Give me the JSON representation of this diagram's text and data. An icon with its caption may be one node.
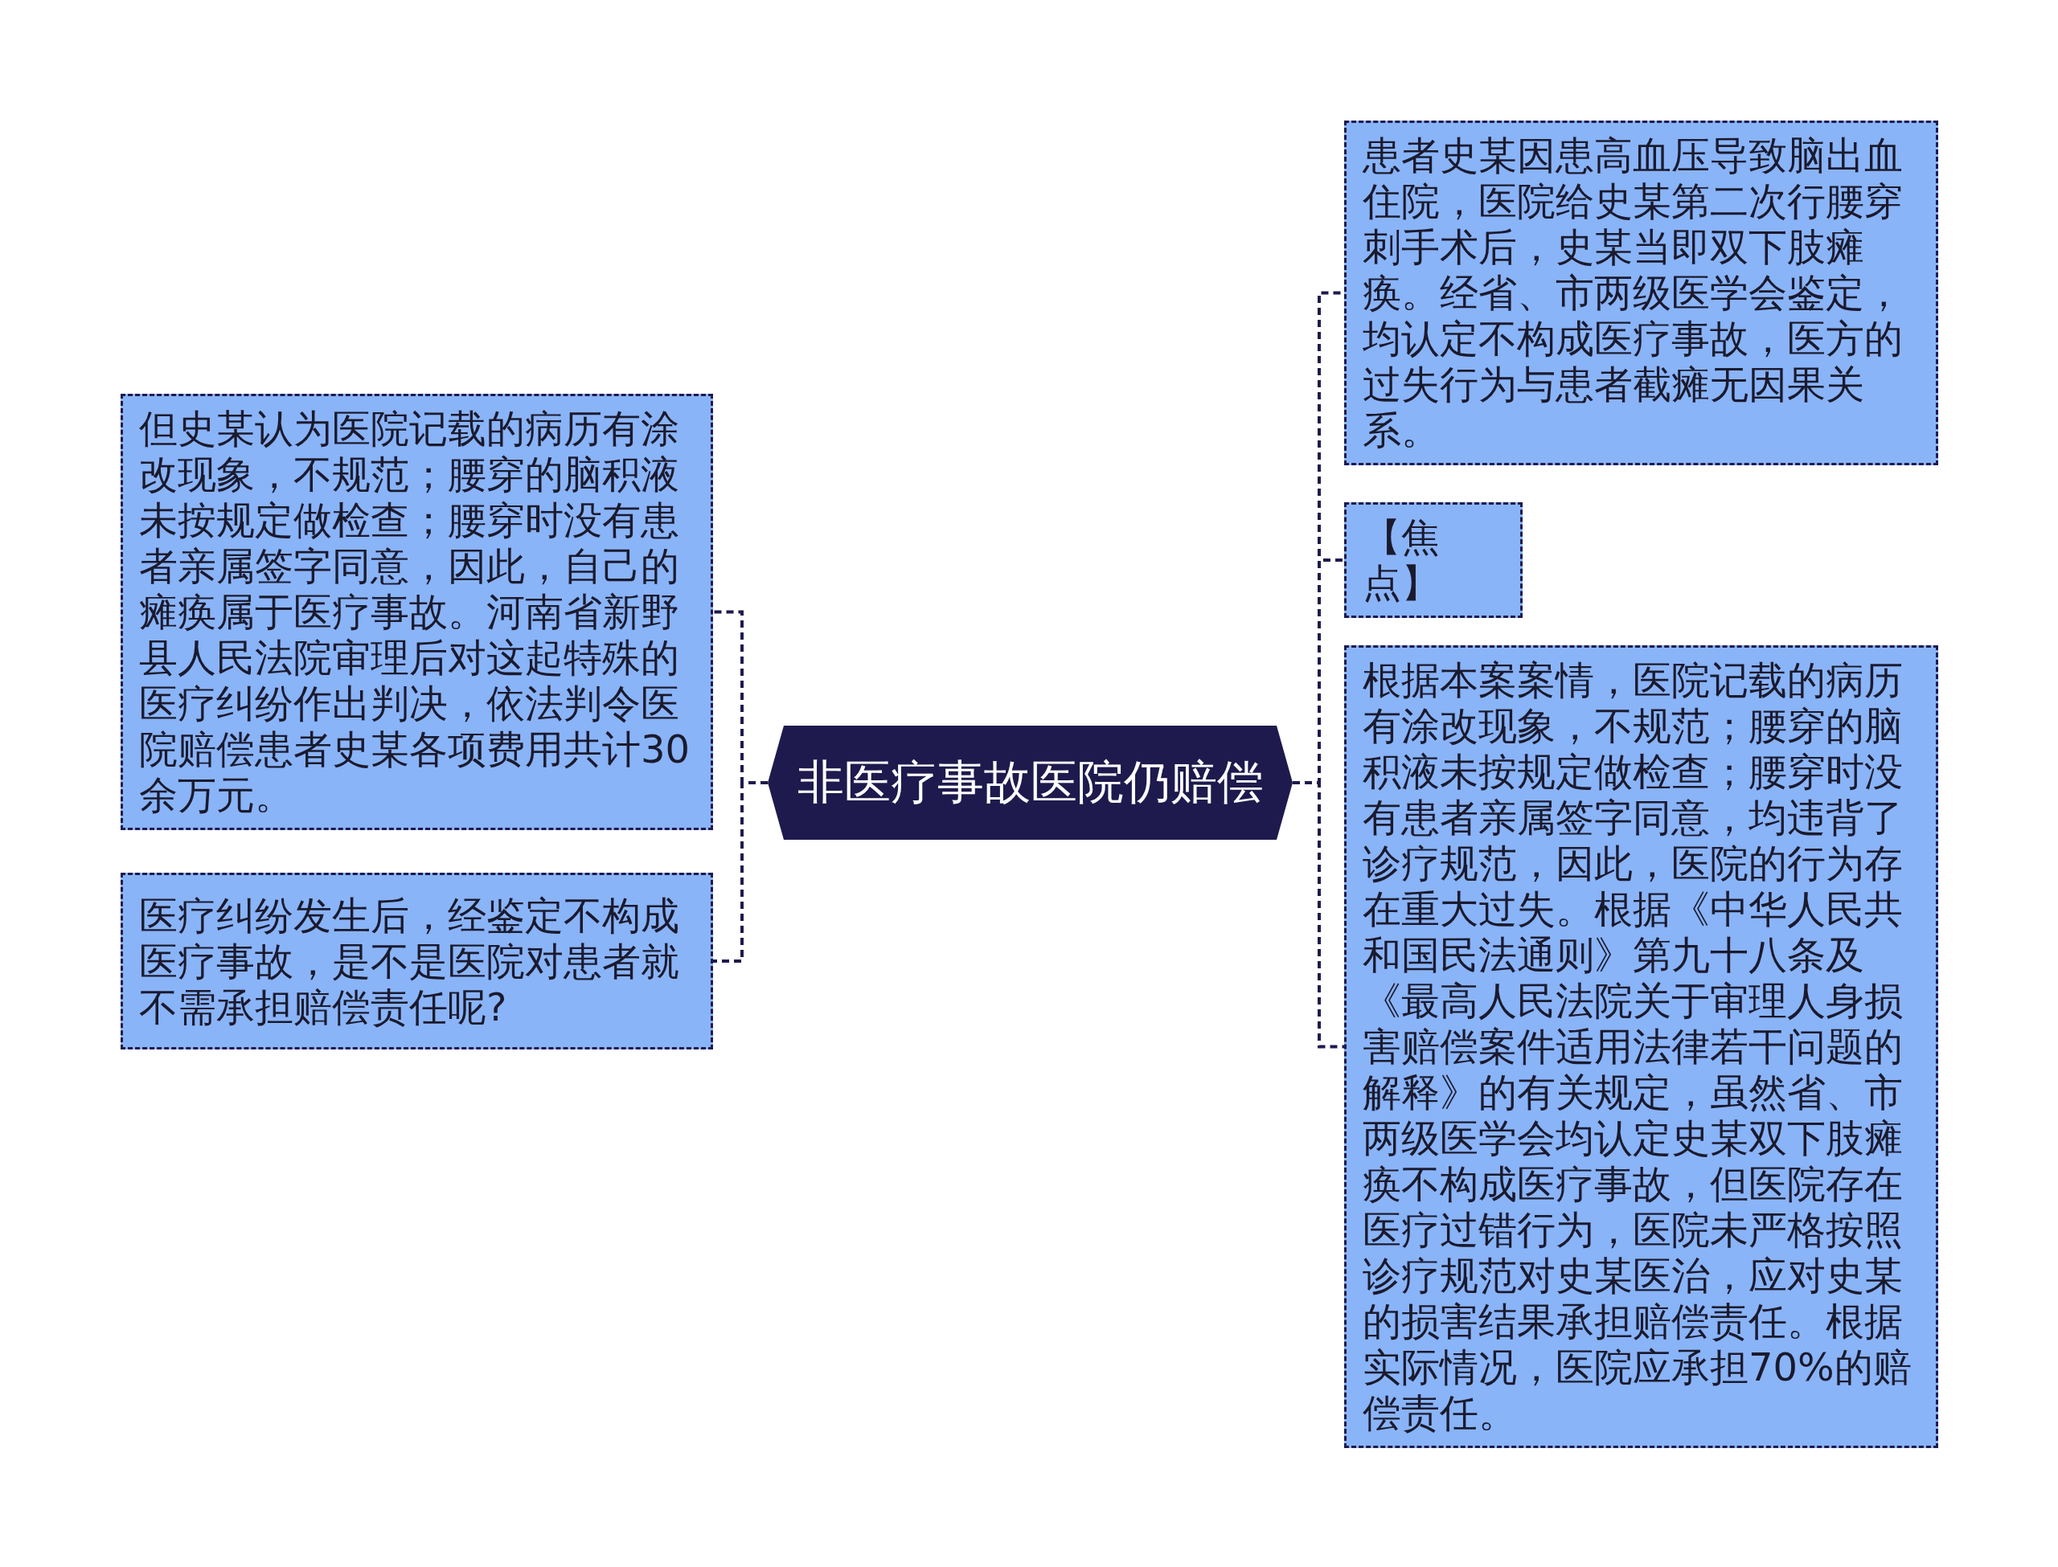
{
  "diagram": {
    "nodes": [
      {
        "text": [
          "非医疗事故医院仍赔偿"
        ]
      },
      {
        "text": [
          "但史某认为医院记载的病历有涂改现象，不规范；腰穿的脑积液未按规定做检查；腰穿时没有患者亲属签字同意，因此，自己的瘫痪属于医疗事故。河南省新野县人民法院审理后对这起特殊的医疗纠纷作出判决，依法判令医院赔偿患者史某各项费用共计30余万元。"
        ]
      },
      {
        "text": [
          "医疗纠纷发生后，经鉴定不构成医疗事故，是不是医院对患者就不需承担赔偿责任呢?"
        ]
      },
      {
        "text": [
          "患者史某因患高血压导致脑出血住院，医院给史某第二次行腰穿刺手术后，史某当即双下肢瘫痪。经省、市两级医学会鉴定，均认定不构成医疗事故，医方的过失行为与患者截瘫无因果关系。"
        ]
      },
      {
        "text": [
          "【焦点】"
        ]
      },
      {
        "text": [
          "根据本案案情，医院记载的病历有涂改现象，不规范；腰穿的脑积液未按规定做检查；腰穿时没有患者亲属签字同意，均违背了诊疗规范，因此，医院的行为存在重大过失。根据《中华人民共和国民法通则》第九十八条及《最高人民法院关于审理人身损害赔偿案件适用法律若干问题的解释》的有关规定，虽然省、市两级医学会均认定史某双下肢瘫痪不构成医疗事故，但医院存在医疗过错行为，医院未严格按照诊疗规范对史某医治，应对史某的损害结果承担赔偿责任。根据实际情况，医院应承担70%的赔偿责任。"
        ]
      }
    ],
    "edges": [
      {
        "from": 0,
        "to": 1,
        "arrow": "none",
        "style": "dashed"
      },
      {
        "from": 0,
        "to": 2,
        "arrow": "none",
        "style": "dashed"
      },
      {
        "from": 0,
        "to": 3,
        "arrow": "none",
        "style": "dashed"
      },
      {
        "from": 0,
        "to": 4,
        "arrow": "none",
        "style": "dashed"
      },
      {
        "from": 0,
        "to": 5,
        "arrow": "none",
        "style": "dashed"
      }
    ]
  }
}
